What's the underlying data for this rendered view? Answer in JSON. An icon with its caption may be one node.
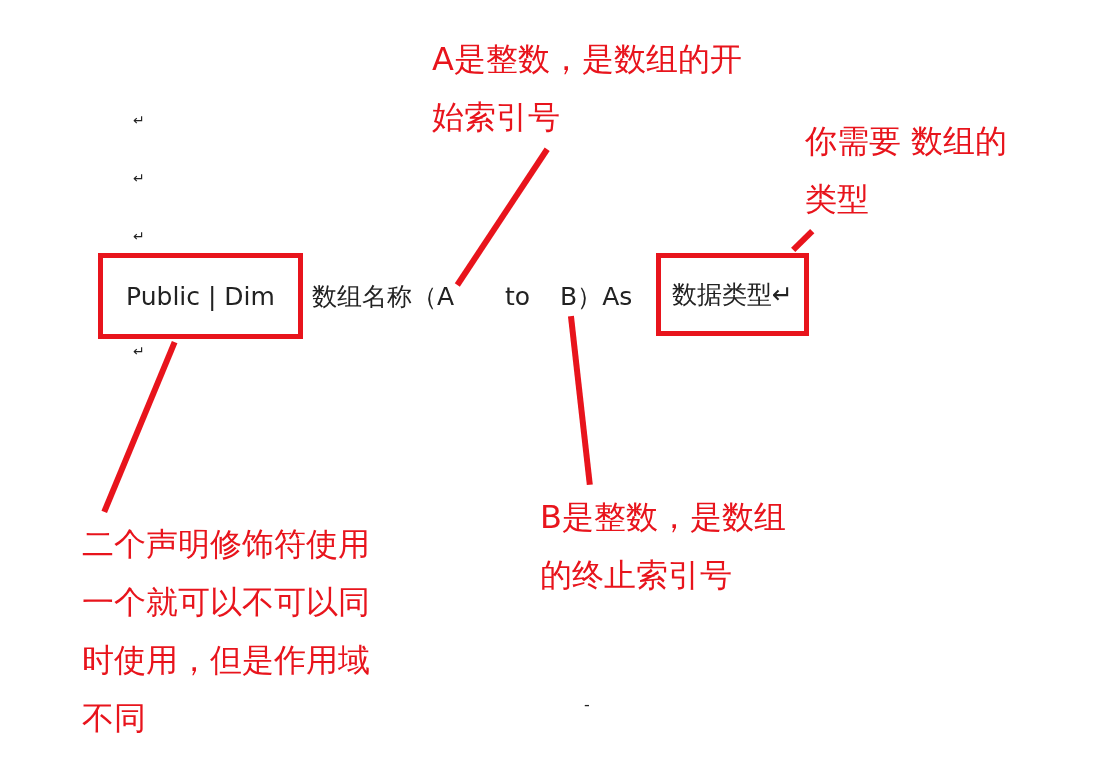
{
  "diagram": {
    "nodes": [
      {
        "text": [
          "Public | Dim"
        ]
      },
      {
        "text": [
          "数组名称（A"
        ]
      },
      {
        "text": [
          "B）As"
        ]
      },
      {
        "text": [
          "数据类型↵"
        ]
      },
      {
        "text": [
          "A是整数，是数组的开始索引号"
        ]
      },
      {
        "text": [
          "你需要 数组的类型"
        ]
      },
      {
        "text": [
          "二个声明修饰符使用一个就可以不可以同时使用，但是作用域不同"
        ]
      },
      {
        "text": [
          "B是整数，是数组的终止索引号"
        ]
      }
    ],
    "edges": [
      {
        "from": 4,
        "to": 1,
        "arrow": "none"
      },
      {
        "from": 5,
        "to": 3,
        "arrow": "none"
      },
      {
        "from": 6,
        "to": 0,
        "arrow": "none"
      },
      {
        "from": 7,
        "to": 2,
        "arrow": "none"
      }
    ],
    "labels": [
      "↵",
      "↵",
      "↵",
      "to",
      "↵",
      "-"
    ]
  }
}
